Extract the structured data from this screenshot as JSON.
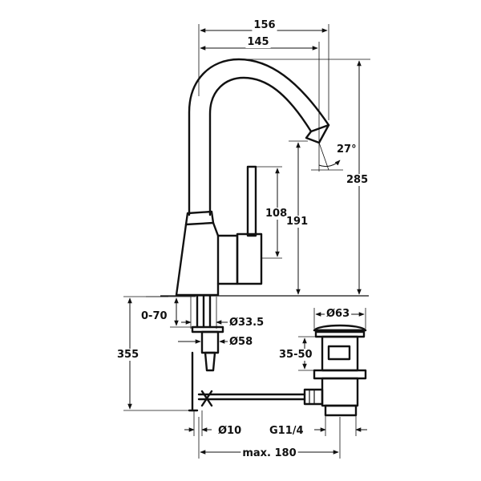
{
  "dimensions": {
    "overall_width": "156",
    "spout_reach": "145",
    "spout_angle": "27°",
    "total_height": "285",
    "lever_length": "108",
    "spout_height": "191",
    "adjust_range": "0-70",
    "shank_diameter": "Ø33.5",
    "base_diameter": "Ø58",
    "below_deck": "355",
    "rod_diameter": "Ø10",
    "waste_cap_diameter": "Ø63",
    "waste_range": "35-50",
    "waste_thread": "G11/4",
    "max_projection": "max. 180"
  }
}
